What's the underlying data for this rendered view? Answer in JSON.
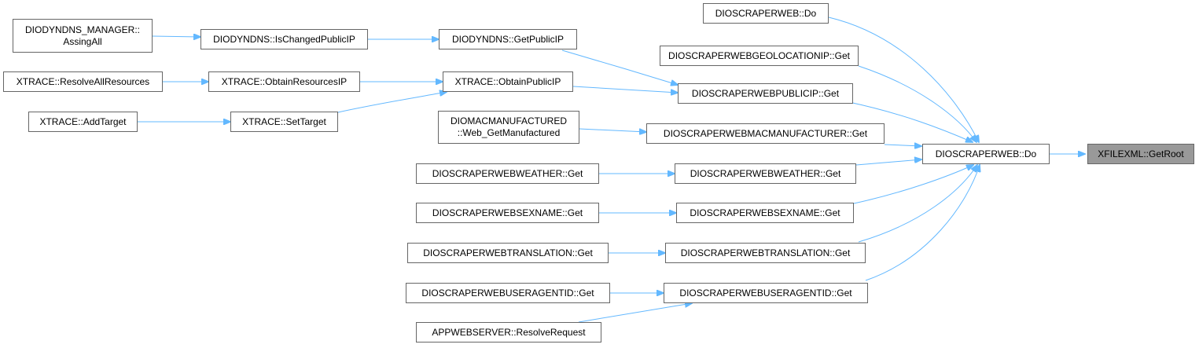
{
  "nodes": {
    "xfilexml_getroot": "XFILEXML::GetRoot",
    "dioscraperweb_do_main": "DIOSCRAPERWEB::Do",
    "dioscraperweb_do_top": "DIOSCRAPERWEB::Do",
    "geolocationip_get": "DIOSCRAPERWEBGEOLOCATIONIP::Get",
    "publicip_get": "DIOSCRAPERWEBPUBLICIP::Get",
    "macmanufacturer_get": "DIOSCRAPERWEBMACMANUFACTURER::Get",
    "weather_get": "DIOSCRAPERWEBWEATHER::Get",
    "sexname_get": "DIOSCRAPERWEBSEXNAME::Get",
    "translation_get": "DIOSCRAPERWEBTRANSLATION::Get",
    "useragentid_get": "DIOSCRAPERWEBUSERAGENTID::Get",
    "diodyndns_getpublicip": "DIODYNDNS::GetPublicIP",
    "xtrace_obtainpublicip": "XTRACE::ObtainPublicIP",
    "diomacmanufactured_line1": "DIOMACMANUFACTURED",
    "diomacmanufactured_line2": "::Web_GetManufactured",
    "weather_get_left": "DIOSCRAPERWEBWEATHER::Get",
    "sexname_get_left": "DIOSCRAPERWEBSEXNAME::Get",
    "translation_get_left": "DIOSCRAPERWEBTRANSLATION::Get",
    "useragentid_get_left": "DIOSCRAPERWEBUSERAGENTID::Get",
    "appwebserver_resolverequest": "APPWEBSERVER::ResolveRequest",
    "diodyndns_ischangedpublicip": "DIODYNDNS::IsChangedPublicIP",
    "xtrace_obtainresourcesip": "XTRACE::ObtainResourcesIP",
    "xtrace_settarget": "XTRACE::SetTarget",
    "diodyndns_manager_line1": "DIODYNDNS_MANAGER::",
    "diodyndns_manager_line2": "AssingAll",
    "xtrace_resolveallresources": "XTRACE::ResolveAllResources",
    "xtrace_addtarget": "XTRACE::AddTarget"
  },
  "colors": {
    "edge": "#63b8ff",
    "node_border": "#666666",
    "root_fill": "#999999"
  }
}
